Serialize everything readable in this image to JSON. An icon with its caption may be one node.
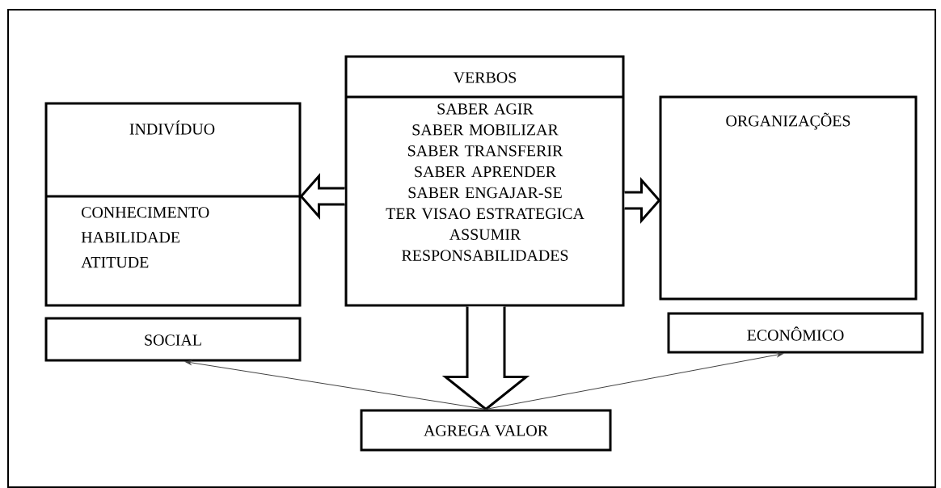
{
  "diagram": {
    "nodes": [
      {
        "text": [
          "INDIVÍDUO",
          "CONHECIMENTO HABILIDADE ATITUDE"
        ]
      },
      {
        "text": [
          "VERBOS",
          "SABER AGIR SABER MOBILIZAR SABER TRANSFERIR SABER APRENDER SABER ENGAJAR-SE TER VISAO ESTRATEGICA ASSUMIR RESPONSABILIDADES"
        ]
      },
      {
        "text": [
          "ORGANIZAÇÕES"
        ]
      },
      {
        "text": [
          "SOCIAL"
        ]
      },
      {
        "text": [
          "ECONÔMICO"
        ]
      },
      {
        "text": [
          "AGREGA VALOR"
        ]
      }
    ],
    "edges": [
      {
        "from": 1,
        "to": 0,
        "arrow": "to",
        "style": "thick"
      },
      {
        "from": 1,
        "to": 2,
        "arrow": "to",
        "style": "thick"
      },
      {
        "from": 1,
        "to": 5,
        "arrow": "to",
        "style": "thick"
      },
      {
        "from": 5,
        "to": 3,
        "arrow": "to"
      },
      {
        "from": 5,
        "to": 4,
        "arrow": "to"
      }
    ]
  }
}
